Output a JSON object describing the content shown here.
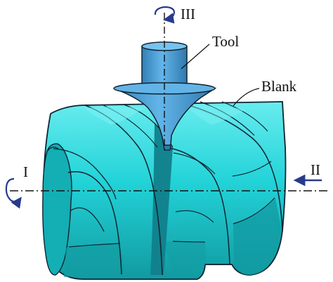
{
  "figure": {
    "labels": {
      "tool": "Tool",
      "blank": "Blank",
      "axis_1": "I",
      "axis_2": "II",
      "axis_3": "III"
    },
    "colors": {
      "blank_fill": "#22d3d8",
      "blank_shade": "#159aa1",
      "blank_highlight": "#68ecef",
      "tool_fill": "#4b9fd6",
      "tool_shade": "#2f78ad",
      "outline": "#0f2430",
      "axis_arrow": "#283a8e"
    }
  }
}
